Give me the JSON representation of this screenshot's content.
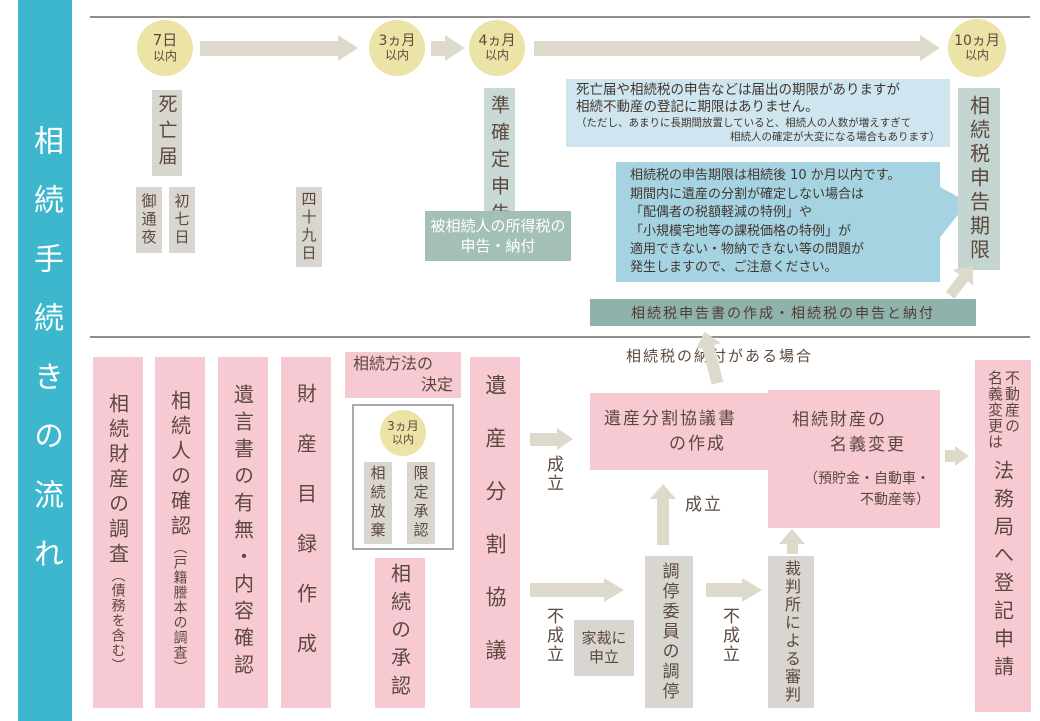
{
  "sidebar": {
    "title": "相続手続きの流れ"
  },
  "timeline": [
    {
      "label": "7日",
      "sub": "以内"
    },
    {
      "label": "3ヵ月",
      "sub": "以内"
    },
    {
      "label": "4ヵ月",
      "sub": "以内"
    },
    {
      "label": "10ヵ月",
      "sub": "以内"
    }
  ],
  "top": {
    "death_notice": "死亡届",
    "wake": "御通夜",
    "first_seventh": "初七日",
    "forty_ninth": "四十九日",
    "quasi_final_return": "準確定申告",
    "income_tax_line1": "被相続人の所得税の",
    "income_tax_line2": "申告・納付",
    "note_registration": {
      "line1": "死亡届や相続税の申告などは届出の期限がありますが",
      "line2": "相続不動産の登記に期限はありません。",
      "sub1": "（ただし、あまりに長期間放置していると、相続人の人数が増えすぎて",
      "sub2": "相続人の確定が大変になる場合もあります）"
    },
    "note_deadline": {
      "line1": "相続税の申告期限は相続後 10 か月以内です。",
      "line2": "期間内に遺産の分割が確定しない場合は",
      "line3": "「配偶者の税額軽減の特例」や",
      "line4": "「小規模宅地等の課税価格の特例」が",
      "line5": "適用できない・物納できない等の問題が",
      "line6": "発生しますので、ご注意ください。"
    },
    "tax_deadline": "相続税申告期限",
    "filing_bar": "相続税申告書の作成・相続税の申告と納付"
  },
  "bottom": {
    "payment_case": "相続税の納付がある場合",
    "columns": [
      {
        "label": "相続財産の調査",
        "sub": "（債務を含む）"
      },
      {
        "label": "相続人の確認",
        "sub": "（戸籍謄本の調査）"
      },
      {
        "label": "遺言書の有無・内容確認",
        "sub": ""
      },
      {
        "label": "財産目録作成",
        "sub": ""
      }
    ],
    "method_decision_line1": "相続方法の",
    "method_decision_line2": "決定",
    "three_months": {
      "label": "3ヵ月",
      "sub": "以内"
    },
    "renunciation": "相続放棄",
    "limited_approval": "限定承認",
    "approval": "相続の承認",
    "division_council": "遺産分割協議",
    "established": "成立",
    "not_established": "不成立",
    "agreement_line1": "遺産分割協議書",
    "agreement_line2": "の作成",
    "family_court_line1": "家裁に",
    "family_court_line2": "申立",
    "mediation": "調停委員の調停",
    "trial": "裁判所による審判",
    "name_change": {
      "line1": "相続財産の",
      "line2": "名義変更",
      "sub1": "（預貯金・自動車・",
      "sub2": "不動産等）"
    },
    "final": {
      "small1": "不動産の",
      "small2": "名義変更は",
      "large": "法務局へ登記申請"
    }
  },
  "colors": {
    "sidebar_teal": "#3cb7cd",
    "pink": "#f7c9d3",
    "gray_box": "#d9d6d2",
    "timeline_yellow": "#ece3a7",
    "arrow_gray": "#ddd9cb",
    "note_light_blue": "#cfe6f0",
    "note_blue": "#a5d3e2",
    "sage_dark": "#a3bfb8",
    "sage_bar": "#8fb3ac",
    "sage_pale": "#c9dad6",
    "text_brown": "#5c493d"
  }
}
